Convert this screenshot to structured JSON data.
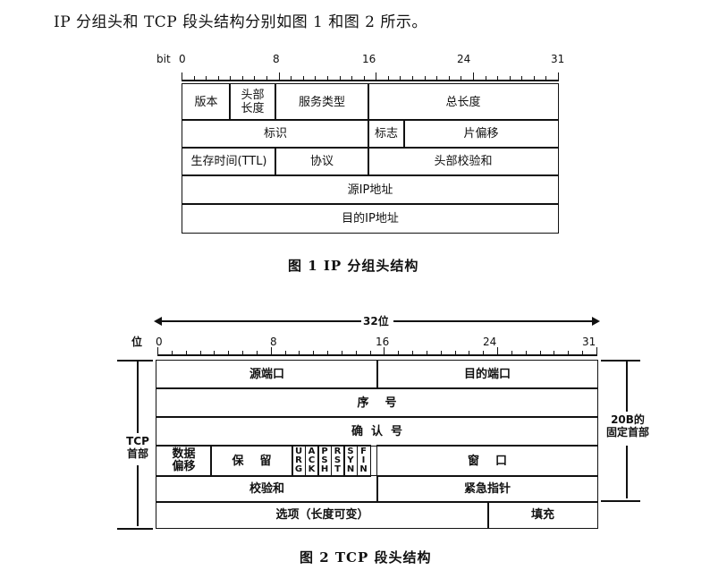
{
  "intro_text": "IP 分组头和 TCP 段头结构分别如图 1 和图 2 所示。",
  "fig1": {
    "caption": "图 1   IP 分组头结构",
    "scale_unit": "bit",
    "scale_marks": [
      "0",
      "8",
      "16",
      "24",
      "31"
    ],
    "fields": {
      "version": "版本",
      "ihl_line1": "头部",
      "ihl_line2": "长度",
      "tos": "服务类型",
      "total_length": "总长度",
      "identification": "标识",
      "flags": "标志",
      "fragment_offset": "片偏移",
      "ttl": "生存时间(TTL)",
      "protocol": "协议",
      "header_checksum": "头部校验和",
      "src_ip": "源IP地址",
      "dst_ip": "目的IP地址"
    }
  },
  "fig2": {
    "caption": "图 2   TCP 段头结构",
    "width_label": "32位",
    "scale_unit": "位",
    "scale_marks": [
      "0",
      "8",
      "16",
      "24",
      "31"
    ],
    "left_label_line1": "TCP",
    "left_label_line2": "首部",
    "right_label_line1": "20B的",
    "right_label_line2": "固定首部",
    "fields": {
      "src_port": "源端口",
      "dst_port": "目的端口",
      "seq": "序    号",
      "ack": "确  认  号",
      "data_offset_line1": "数据",
      "data_offset_line2": "偏移",
      "reserved": "保    留",
      "window": "窗    口",
      "checksum": "校验和",
      "urgent_ptr": "紧急指针",
      "options": "选项（长度可变）",
      "padding": "填充"
    },
    "flags": [
      {
        "name": "URG",
        "chars": [
          "U",
          "R",
          "G"
        ]
      },
      {
        "name": "ACK",
        "chars": [
          "A",
          "C",
          "K"
        ]
      },
      {
        "name": "PSH",
        "chars": [
          "P",
          "S",
          "H"
        ]
      },
      {
        "name": "RST",
        "chars": [
          "R",
          "S",
          "T"
        ]
      },
      {
        "name": "SYN",
        "chars": [
          "S",
          "Y",
          "N"
        ]
      },
      {
        "name": "FIN",
        "chars": [
          "F",
          "I",
          "N"
        ]
      }
    ]
  }
}
